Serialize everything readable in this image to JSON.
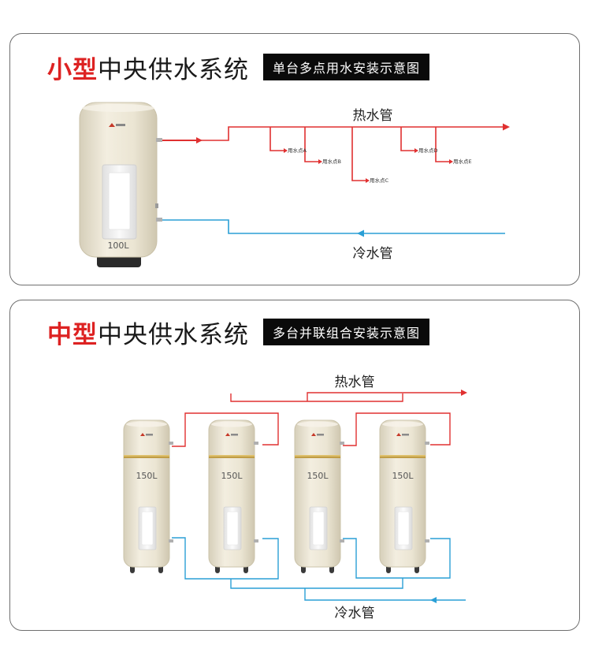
{
  "panels": [
    {
      "title_accent": "小型",
      "title_main": "中央供水系统",
      "badge": "单台多点用水安装示意图",
      "hot_pipe": "热水管",
      "cold_pipe": "冷水管",
      "tank_capacity": "100L",
      "points": [
        "用水点A",
        "用水点B",
        "用水点C",
        "用水点D",
        "用水点E"
      ]
    },
    {
      "title_accent": "中型",
      "title_main": "中央供水系统",
      "badge": "多台并联组合安装示意图",
      "hot_pipe": "热水管",
      "cold_pipe": "冷水管",
      "tank_capacities": [
        "150L",
        "150L",
        "150L",
        "150L"
      ]
    }
  ],
  "colors": {
    "hot": "#e03030",
    "cold": "#2a9fd6",
    "accent": "#dd2222",
    "badge_bg": "#0a0a0a",
    "tank_body": "#e9e3d1",
    "tank_band": "#c9a44a"
  }
}
